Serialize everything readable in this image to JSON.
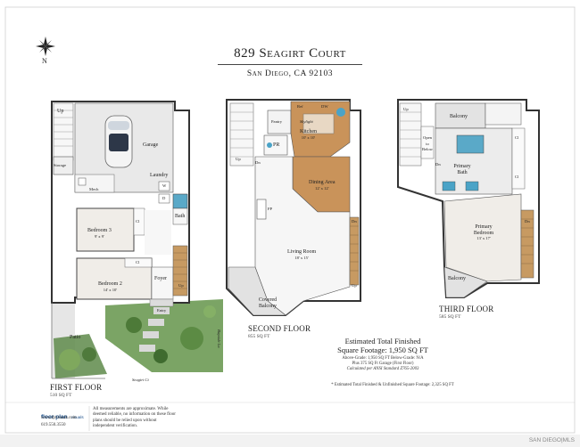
{
  "header": {
    "title": "829 Seagirt Court",
    "subtitle": "San Diego, CA 92103"
  },
  "compass": {
    "north_label": "N",
    "icon": "compass-rose-icon"
  },
  "floors": {
    "first": {
      "name": "FIRST FLOOR",
      "sqft": "510 SQ FT",
      "rooms": {
        "up1": "Up",
        "storage": "Storage",
        "garage": "Garage",
        "laundry": "Laundry",
        "mech": "Mech",
        "w": "W",
        "d": "D",
        "bath": "Bath",
        "bed3": "Bedroom 3",
        "bed3_dim": "9' x 9'",
        "cl1": "Cl",
        "bed2": "Bedroom 2",
        "bed2_dim": "14' x 10'",
        "cl2": "Cl",
        "foyer": "Foyer",
        "up2": "Up",
        "entry": "Entry",
        "patio": "Patio"
      },
      "streets": {
        "seagirt": "Seagirt Ct",
        "bayside": "Bayside Ln"
      }
    },
    "second": {
      "name": "SECOND FLOOR",
      "sqft": "855 SQ FT",
      "rooms": {
        "ref": "Ref",
        "dw": "DW",
        "pantry": "Pantry",
        "skylight": "Skylight",
        "kitchen": "Kitchen",
        "kitchen_dim": "10' x 10'",
        "pr": "PR",
        "up": "Up",
        "dn1": "Dn",
        "dining": "Dining Area",
        "dining_dim": "12' x 12'",
        "fp": "FP",
        "dn2": "Dn",
        "living": "Living Room",
        "living_dim": "18' x 15'",
        "up2": "Up",
        "balcony": "Covered Balcony"
      }
    },
    "third": {
      "name": "THIRD FLOOR",
      "sqft": "585 SQ FT",
      "rooms": {
        "up": "Up",
        "balcony_top": "Balcony",
        "open_below": "Open to Below",
        "dn1": "Dn",
        "bath": "Primary Bath",
        "cl1": "Cl",
        "cl2": "Cl",
        "dn2": "Dn",
        "bedroom": "Primary Bedroom",
        "bedroom_dim": "13' x 17'",
        "balcony": "Balcony"
      }
    }
  },
  "estimate": {
    "line1": "Estimated Total Finished",
    "line2": "Square Footage: 1,950 SQ FT",
    "above": "Above-Grade: 1,950 SQ FT    Below-Grade: N/A",
    "plus": "Plus 375 SQ Ft Garage (First Floor)",
    "calc": "Calculated per ANSI Standard Z765-2003",
    "note": "* Estimated Total Finished & Unfinished Square Footage: 2,325 SQ FT"
  },
  "footer": {
    "brand": "floor plan",
    "brand_suffix": "visuals",
    "url": "www.fpvisuals.com",
    "phone": "619.550.3550",
    "disclaimer": "All measurements are approximate. While deemed reliable, no information on these floor plans should be relied upon without independent verification.",
    "mls": "SAN DIEGO|MLS"
  }
}
